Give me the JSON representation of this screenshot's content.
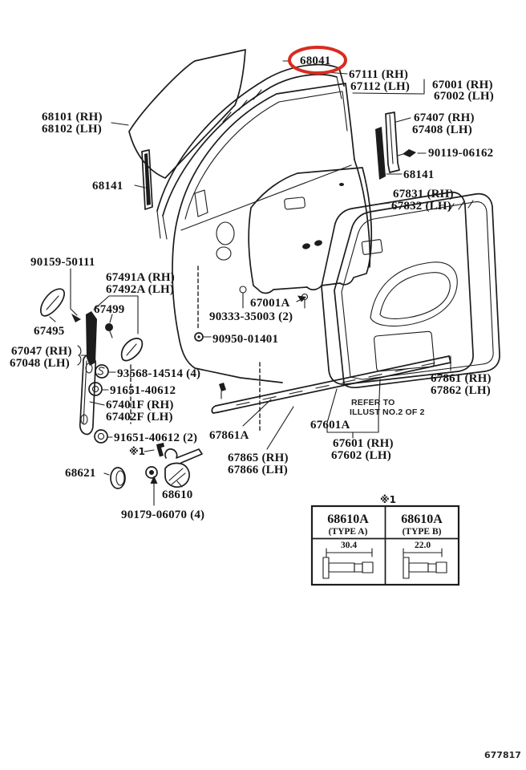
{
  "diagram": {
    "title_hint": "front door panel & glass frame exploded parts diagram",
    "highlighted_part": "68041",
    "drawing_number": "677817",
    "note_symbol": "※1",
    "refer_note": {
      "line1": "REFER TO",
      "line2": "ILLUST NO.2 OF 2"
    },
    "colors": {
      "highlight_ring": "#d92b1f",
      "ink": "#1c1c1c",
      "paper": "#ffffff"
    },
    "part_labels": [
      {
        "id": "68041",
        "text": "68041"
      },
      {
        "id": "67111-rh",
        "text": "67111 (RH)"
      },
      {
        "id": "67112-lh",
        "text": "67112 (LH)"
      },
      {
        "id": "67001-rh",
        "text": "67001 (RH)"
      },
      {
        "id": "67002-lh",
        "text": "67002 (LH)"
      },
      {
        "id": "68101-rh",
        "text": "68101 (RH)"
      },
      {
        "id": "68102-lh",
        "text": "68102 (LH)"
      },
      {
        "id": "67407-rh",
        "text": "67407 (RH)"
      },
      {
        "id": "67408-lh",
        "text": "67408 (LH)"
      },
      {
        "id": "90119-06162",
        "text": "90119-06162"
      },
      {
        "id": "68141-right",
        "text": "68141"
      },
      {
        "id": "67831-rh",
        "text": "67831 (RH)"
      },
      {
        "id": "67832-lh",
        "text": "67832 (LH)"
      },
      {
        "id": "68141-left",
        "text": "68141"
      },
      {
        "id": "90159-50111",
        "text": "90159-50111"
      },
      {
        "id": "67491a-rh",
        "text": "67491A (RH)"
      },
      {
        "id": "67492a-lh",
        "text": "67492A (LH)"
      },
      {
        "id": "67499",
        "text": "67499"
      },
      {
        "id": "67495",
        "text": "67495"
      },
      {
        "id": "67047-rh",
        "text": "67047 (RH)"
      },
      {
        "id": "67048-lh",
        "text": "67048 (LH)"
      },
      {
        "id": "67001a",
        "text": "67001A"
      },
      {
        "id": "90333-35003",
        "text": "90333-35003 (2)"
      },
      {
        "id": "90950-01401",
        "text": "90950-01401"
      },
      {
        "id": "93568-14514",
        "text": "93568-14514 (4)"
      },
      {
        "id": "91651-40612",
        "text": "91651-40612"
      },
      {
        "id": "67401f-rh",
        "text": "67401F (RH)"
      },
      {
        "id": "67402f-lh",
        "text": "67402F (LH)"
      },
      {
        "id": "91651-40612-2",
        "text": "91651-40612 (2)"
      },
      {
        "id": "67861a",
        "text": "67861A"
      },
      {
        "id": "note-1-mark",
        "text": "※1"
      },
      {
        "id": "67865-rh",
        "text": "67865 (RH)"
      },
      {
        "id": "67866-lh",
        "text": "67866 (LH)"
      },
      {
        "id": "68621",
        "text": "68621"
      },
      {
        "id": "68610",
        "text": "68610"
      },
      {
        "id": "90179-06070",
        "text": "90179-06070 (4)"
      },
      {
        "id": "67601a",
        "text": "67601A"
      },
      {
        "id": "67601-rh",
        "text": "67601 (RH)"
      },
      {
        "id": "67602-lh",
        "text": "67602 (LH)"
      },
      {
        "id": "67861-rh",
        "text": "67861 (RH)"
      },
      {
        "id": "67862-lh",
        "text": "67862 (LH)"
      }
    ]
  },
  "table": {
    "note": "※1",
    "columns": [
      {
        "part": "68610A",
        "type": "(TYPE A)",
        "dimension": "30.4"
      },
      {
        "part": "68610A",
        "type": "(TYPE B)",
        "dimension": "22.0"
      }
    ]
  }
}
